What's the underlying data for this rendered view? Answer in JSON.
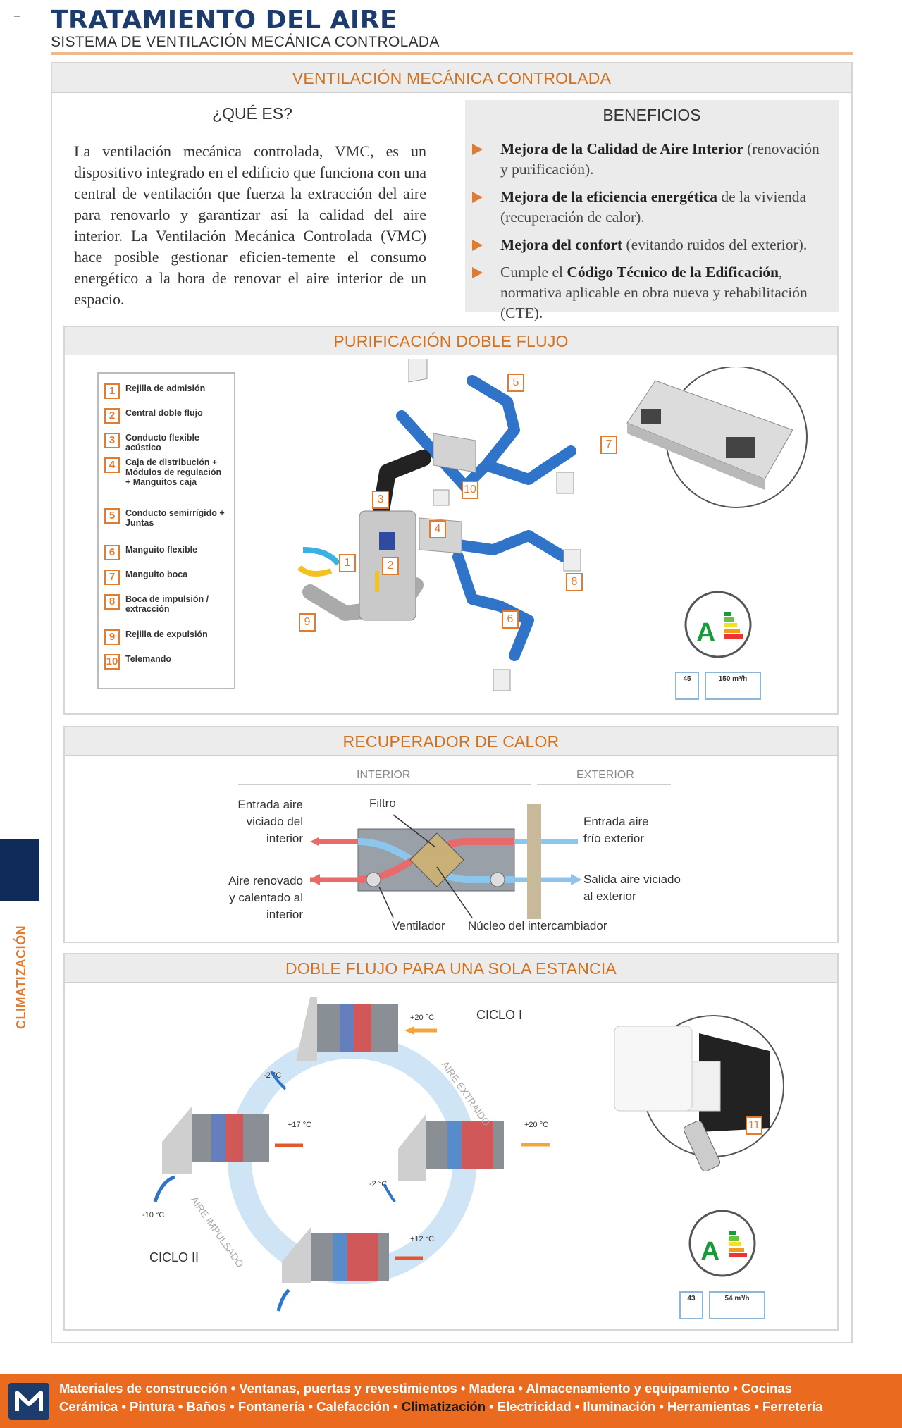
{
  "header": {
    "title": "TRATAMIENTO DEL AIRE",
    "subtitle": "SISTEMA DE VENTILACIÓN MECÁNICA CONTROLADA"
  },
  "vmc": {
    "heading": "VENTILACIÓN MECÁNICA CONTROLADA",
    "what_title": "¿QUÉ ES?",
    "what_text": "La ventilación mecánica controlada, VMC, es un dispositivo integrado en el edificio que funciona con una central de ventilación que fuerza la extracción del aire para renovarlo y garantizar así la calidad del aire interior. La Ventilación Mecánica Controlada (VMC) hace posible gestionar eficien-temente el consumo energético a la hora de renovar el aire interior de un espacio.",
    "benefits_title": "BENEFICIOS",
    "benefits": [
      {
        "bold": "Mejora de la Calidad de Aire Interior",
        "rest": " (renovación y purificación)."
      },
      {
        "bold": "Mejora de la eficiencia energética",
        "rest": " de la vivienda (recuperación de calor)."
      },
      {
        "bold": "Mejora del confort",
        "rest": " (evitando ruidos del exterior)."
      },
      {
        "pre": "Cumple el ",
        "bold": "Código Técnico de la Edificación",
        "rest": ", normativa aplicable en obra nueva y rehabilitación (CTE)."
      }
    ]
  },
  "pdf": {
    "heading": "PURIFICACIÓN DOBLE FLUJO",
    "legend": [
      {
        "n": "1",
        "label": "Rejilla de admisión"
      },
      {
        "n": "2",
        "label": "Central doble flujo"
      },
      {
        "n": "3",
        "label": "Conducto flexible acústico"
      },
      {
        "n": "4",
        "label": "Caja de distribución + Módulos de regulación + Manguitos caja"
      },
      {
        "n": "5",
        "label": "Conducto semirrígido + Juntas"
      },
      {
        "n": "6",
        "label": "Manguito flexible"
      },
      {
        "n": "7",
        "label": "Manguito boca"
      },
      {
        "n": "8",
        "label": "Boca de impulsión / extracción"
      },
      {
        "n": "9",
        "label": "Rejilla de expulsión"
      },
      {
        "n": "10",
        "label": "Telemando"
      }
    ],
    "energy": {
      "letter": "A",
      "noise": "45",
      "flow": "150 m³/h"
    }
  },
  "rc": {
    "heading": "RECUPERADOR DE CALOR",
    "interior": "INTERIOR",
    "exterior": "EXTERIOR",
    "in_viciado": "Entrada aire viciado del interior",
    "out_renovado": "Aire renovado y calentado al interior",
    "filtro": "Filtro",
    "in_frio": "Entrada aire frío exterior",
    "out_viciado": "Salida aire viciado al exterior",
    "ventilador": "Ventilador",
    "nucleo": "Núcleo del intercambiador"
  },
  "dfse": {
    "heading": "DOBLE FLUJO PARA UNA SOLA ESTANCIA",
    "ciclo1": "CICLO I",
    "ciclo2": "CICLO II",
    "extraido": "AIRE EXTRAÍDO",
    "impulsado": "AIRE IMPULSADO",
    "t1": "+20 °C",
    "t2": "-2 °C",
    "t3": "+17 °C",
    "t4": "+20 °C",
    "t5": "-2 °C",
    "t6": "-10 °C",
    "t7": "+12 °C",
    "tag": "11",
    "energy": {
      "letter": "A",
      "noise": "43",
      "flow": "54 m³/h"
    }
  },
  "side": {
    "label": "CLIMATIZACIÓN"
  },
  "footer": {
    "line1": "Materiales de construcción • Ventanas, puertas y revestimientos • Madera • Almacenamiento y equipamiento • Cocinas",
    "line2_a": "Cerámica • Pintura • Baños • Fontanería • Calefacción • ",
    "line2_hl": "Climatización",
    "line2_b": " • Electricidad • Iluminación • Herramientas • Ferretería"
  },
  "colors": {
    "accent": "#e07b2f",
    "navy": "#1d3c6e",
    "duct": "#2f74c8"
  }
}
